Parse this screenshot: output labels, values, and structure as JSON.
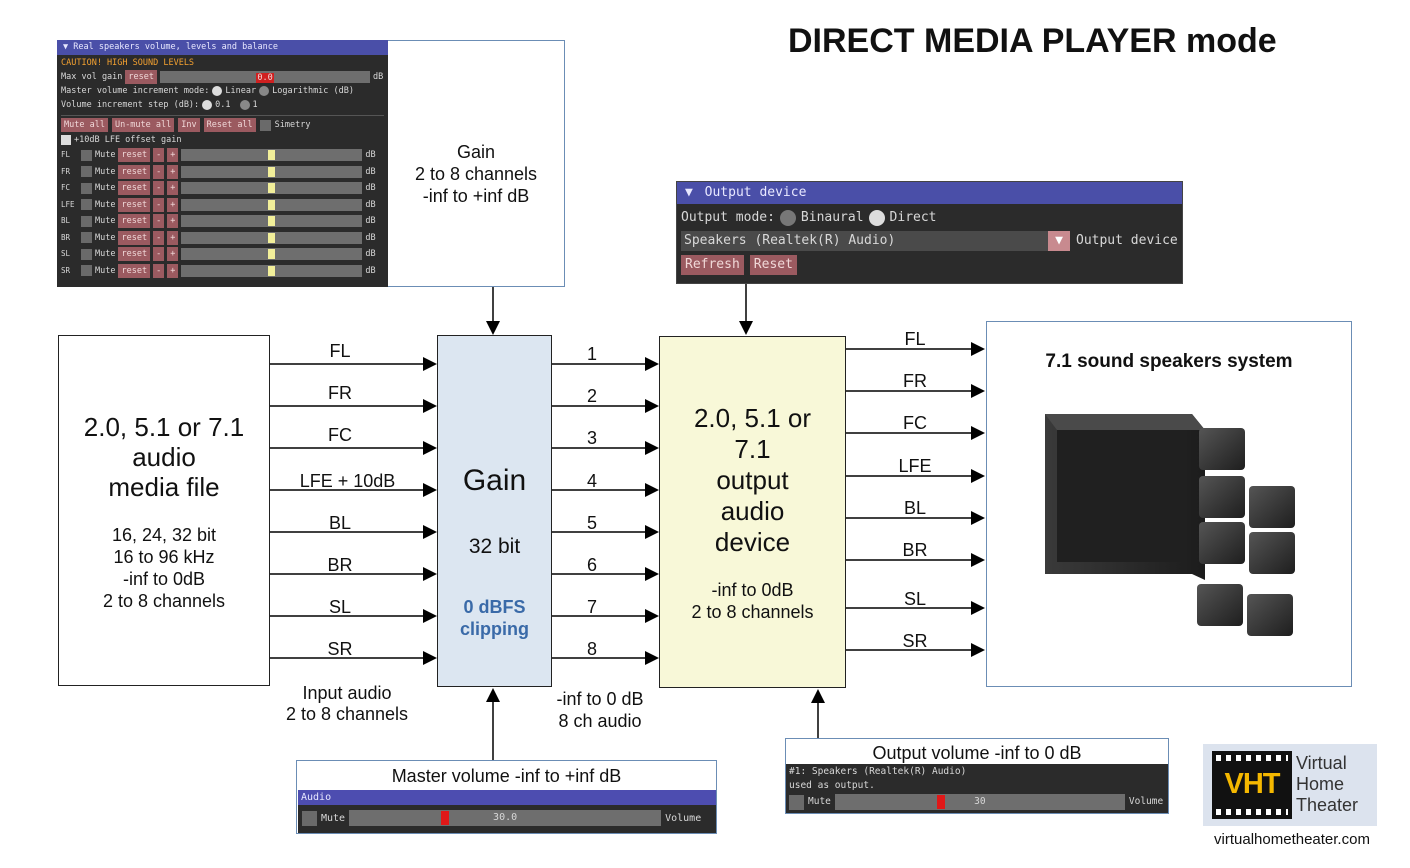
{
  "title": "DIRECT MEDIA PLAYER mode",
  "source_box": {
    "line1": "2.0, 5.1 or 7.1",
    "line2": "audio",
    "line3": "media file",
    "spec1": "16, 24, 32 bit",
    "spec2": "16 to 96 kHz",
    "spec3": "-inf to 0dB",
    "spec4": "2 to 8 channels"
  },
  "input_channels": [
    "FL",
    "FR",
    "FC",
    "LFE + 10dB",
    "BL",
    "BR",
    "SL",
    "SR"
  ],
  "input_caption": {
    "line1": "Input audio",
    "line2": "2 to 8 channels"
  },
  "gain_box": {
    "title": "Gain",
    "bits": "32 bit",
    "clip1": "0 dBFS",
    "clip2": "clipping"
  },
  "gain_caption": {
    "line1": "Gain",
    "line2": "2 to 8 channels",
    "line3": "-inf to +inf dB"
  },
  "mid_channels": [
    "1",
    "2",
    "3",
    "4",
    "5",
    "6",
    "7",
    "8"
  ],
  "mid_caption": {
    "line1": "-inf to 0 dB",
    "line2": "8 ch audio"
  },
  "output_box": {
    "line1": "2.0, 5.1 or",
    "line2": "7.1",
    "line3": "output",
    "line4": "audio",
    "line5": "device",
    "spec1": "-inf to 0dB",
    "spec2": "2 to 8 channels"
  },
  "output_channels": [
    "FL",
    "FR",
    "FC",
    "LFE",
    "BL",
    "BR",
    "SL",
    "SR"
  ],
  "speakers_box": {
    "title": "7.1 sound speakers system"
  },
  "speakers_panel": {
    "header": "Real speakers volume, levels and balance",
    "caution": "CAUTION! HIGH SOUND LEVELS",
    "max_vol_label": "Max vol gain",
    "reset": "reset",
    "max_vol_value": "0.0",
    "db": "dB",
    "mode_label": "Master volume increment mode:",
    "linear": "Linear",
    "logarithmic": "Logarithmic (dB)",
    "step_label": "Volume increment step (dB):",
    "step1": "0.1",
    "step2": "1",
    "mute_all": "Mute all",
    "unmute_all": "Un-mute all",
    "inv": "Inv",
    "reset_all": "Reset all",
    "simetry": "Simetry",
    "lfe_offset": "+10dB LFE offset gain",
    "mute": "Mute",
    "minus": "-",
    "plus": "+",
    "rows": [
      "FL",
      "FR",
      "FC",
      "LFE",
      "BL",
      "BR",
      "SL",
      "SR"
    ]
  },
  "output_device_panel": {
    "header": "Output device",
    "mode_label": "Output mode:",
    "binaural": "Binaural",
    "direct": "Direct",
    "device": "Speakers (Realtek(R) Audio)",
    "device_label": "Output device",
    "refresh": "Refresh",
    "reset": "Reset"
  },
  "master_volume": {
    "caption": "Master volume -inf to +inf dB",
    "header": "Audio",
    "mute": "Mute",
    "value": "30.0",
    "volume": "Volume"
  },
  "output_volume": {
    "caption": "Output volume -inf to 0 dB",
    "info1": "#1: Speakers (Realtek(R) Audio)",
    "info2": "used as output.",
    "mute": "Mute",
    "value": "30",
    "volume": "Volume"
  },
  "logo": {
    "mark": "VHT",
    "line1": "Virtual",
    "line2": "Home",
    "line3": "Theater",
    "url": "virtualhometheater.com"
  },
  "colors": {
    "gain_fill": "#dce6f1",
    "output_fill": "#f8f8d8",
    "clip_text": "#3a6aa8",
    "imgui_bg": "#2b2b2b",
    "imgui_header": "#4a4fa8",
    "imgui_button": "#9b5a60",
    "logo_bg": "#dce3ee"
  }
}
